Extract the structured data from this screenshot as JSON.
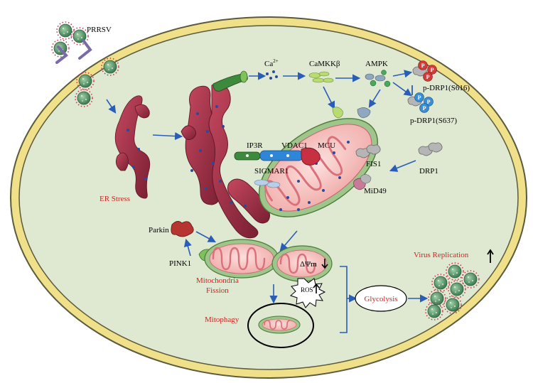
{
  "labels": {
    "prrsv": "PRRSV",
    "er_stress": "ER Stress",
    "ca": "Ca",
    "ca_sup": "2+",
    "camkk": "CaMKKβ",
    "ampk": "AMPK",
    "pdrp1_s616": "p-DRP1(S616)",
    "pdrp1_s637": "p-DRP1(S637)",
    "ip3r": "IP3R",
    "vdac1": "VDAC1",
    "mcu": "MCU",
    "sigmar1": "SIGMAR1",
    "fis1": "FIS1",
    "drp1": "DRP1",
    "mid49": "MiD49",
    "parkin": "Parkin",
    "pink1": "PINK1",
    "delta_psi_m": "ΔΨm",
    "mito_fission_1": "Mitochondria",
    "mito_fission_2": "Fission",
    "ros": "ROS",
    "glycolysis": "Glycolysis",
    "mitophagy": "Mitophagy",
    "virus_replication": "Virus  Replication",
    "phospho": "P"
  },
  "colors": {
    "cell_fill": "#dfe9d2",
    "membrane": "#f0e08a",
    "membrane_outline": "#5a5a3c",
    "er": "#a8334a",
    "er_dark": "#7a1f33",
    "mito_outer": "#9ec58a",
    "mito_inner": "#f2b9b9",
    "cristae": "#d9707a",
    "arrow": "#2a5db8",
    "label_red": "#d2231e",
    "virus": "#5e9a6e",
    "virus_spike": "#c23a5a",
    "receptor": "#7a6ba6",
    "ip3r": "#3d8a3d",
    "vdac1": "#2f86d6",
    "mcu": "#c73040",
    "sigmar1": "#b8cfe8",
    "parkin": "#b73530",
    "pink1": "#7fc25a",
    "camkk": "#b8dc70",
    "ampk": "#8fa8c0",
    "phospho_red": "#d33a3a",
    "phospho_blue": "#3a8ed6",
    "fis1": "#a4a4a4",
    "mid49": "#c87a98"
  },
  "icons": {
    "virus": "virus-particle-icon",
    "receptor": "receptor-icon",
    "starburst": "ros-starburst-icon",
    "up_arrow": "up-arrow-icon",
    "down_arrow": "down-arrow-icon"
  }
}
